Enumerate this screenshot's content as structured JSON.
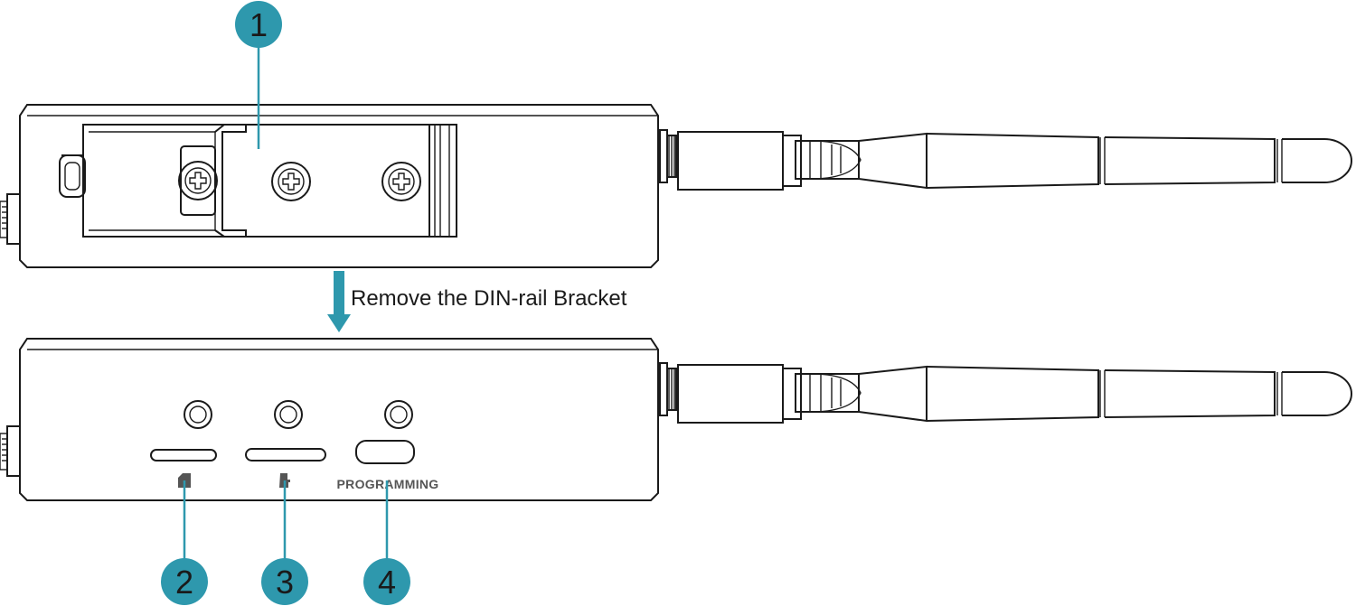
{
  "callouts": [
    {
      "number": "1"
    },
    {
      "number": "2"
    },
    {
      "number": "3"
    },
    {
      "number": "4"
    }
  ],
  "step_caption": "Remove the DIN-rail Bracket",
  "port_label_programming": "PROGRAMMING",
  "colors": {
    "accent": "#2e98ad",
    "callout_fill": "#2e98ad",
    "line": "#1a1a1a",
    "label_gray": "#555555",
    "icon_gray": "#555555"
  },
  "icons": [
    "sd-card-icon",
    "micro-sd-card-icon",
    "screw-icon",
    "antenna-icon",
    "arrow-down-icon"
  ]
}
